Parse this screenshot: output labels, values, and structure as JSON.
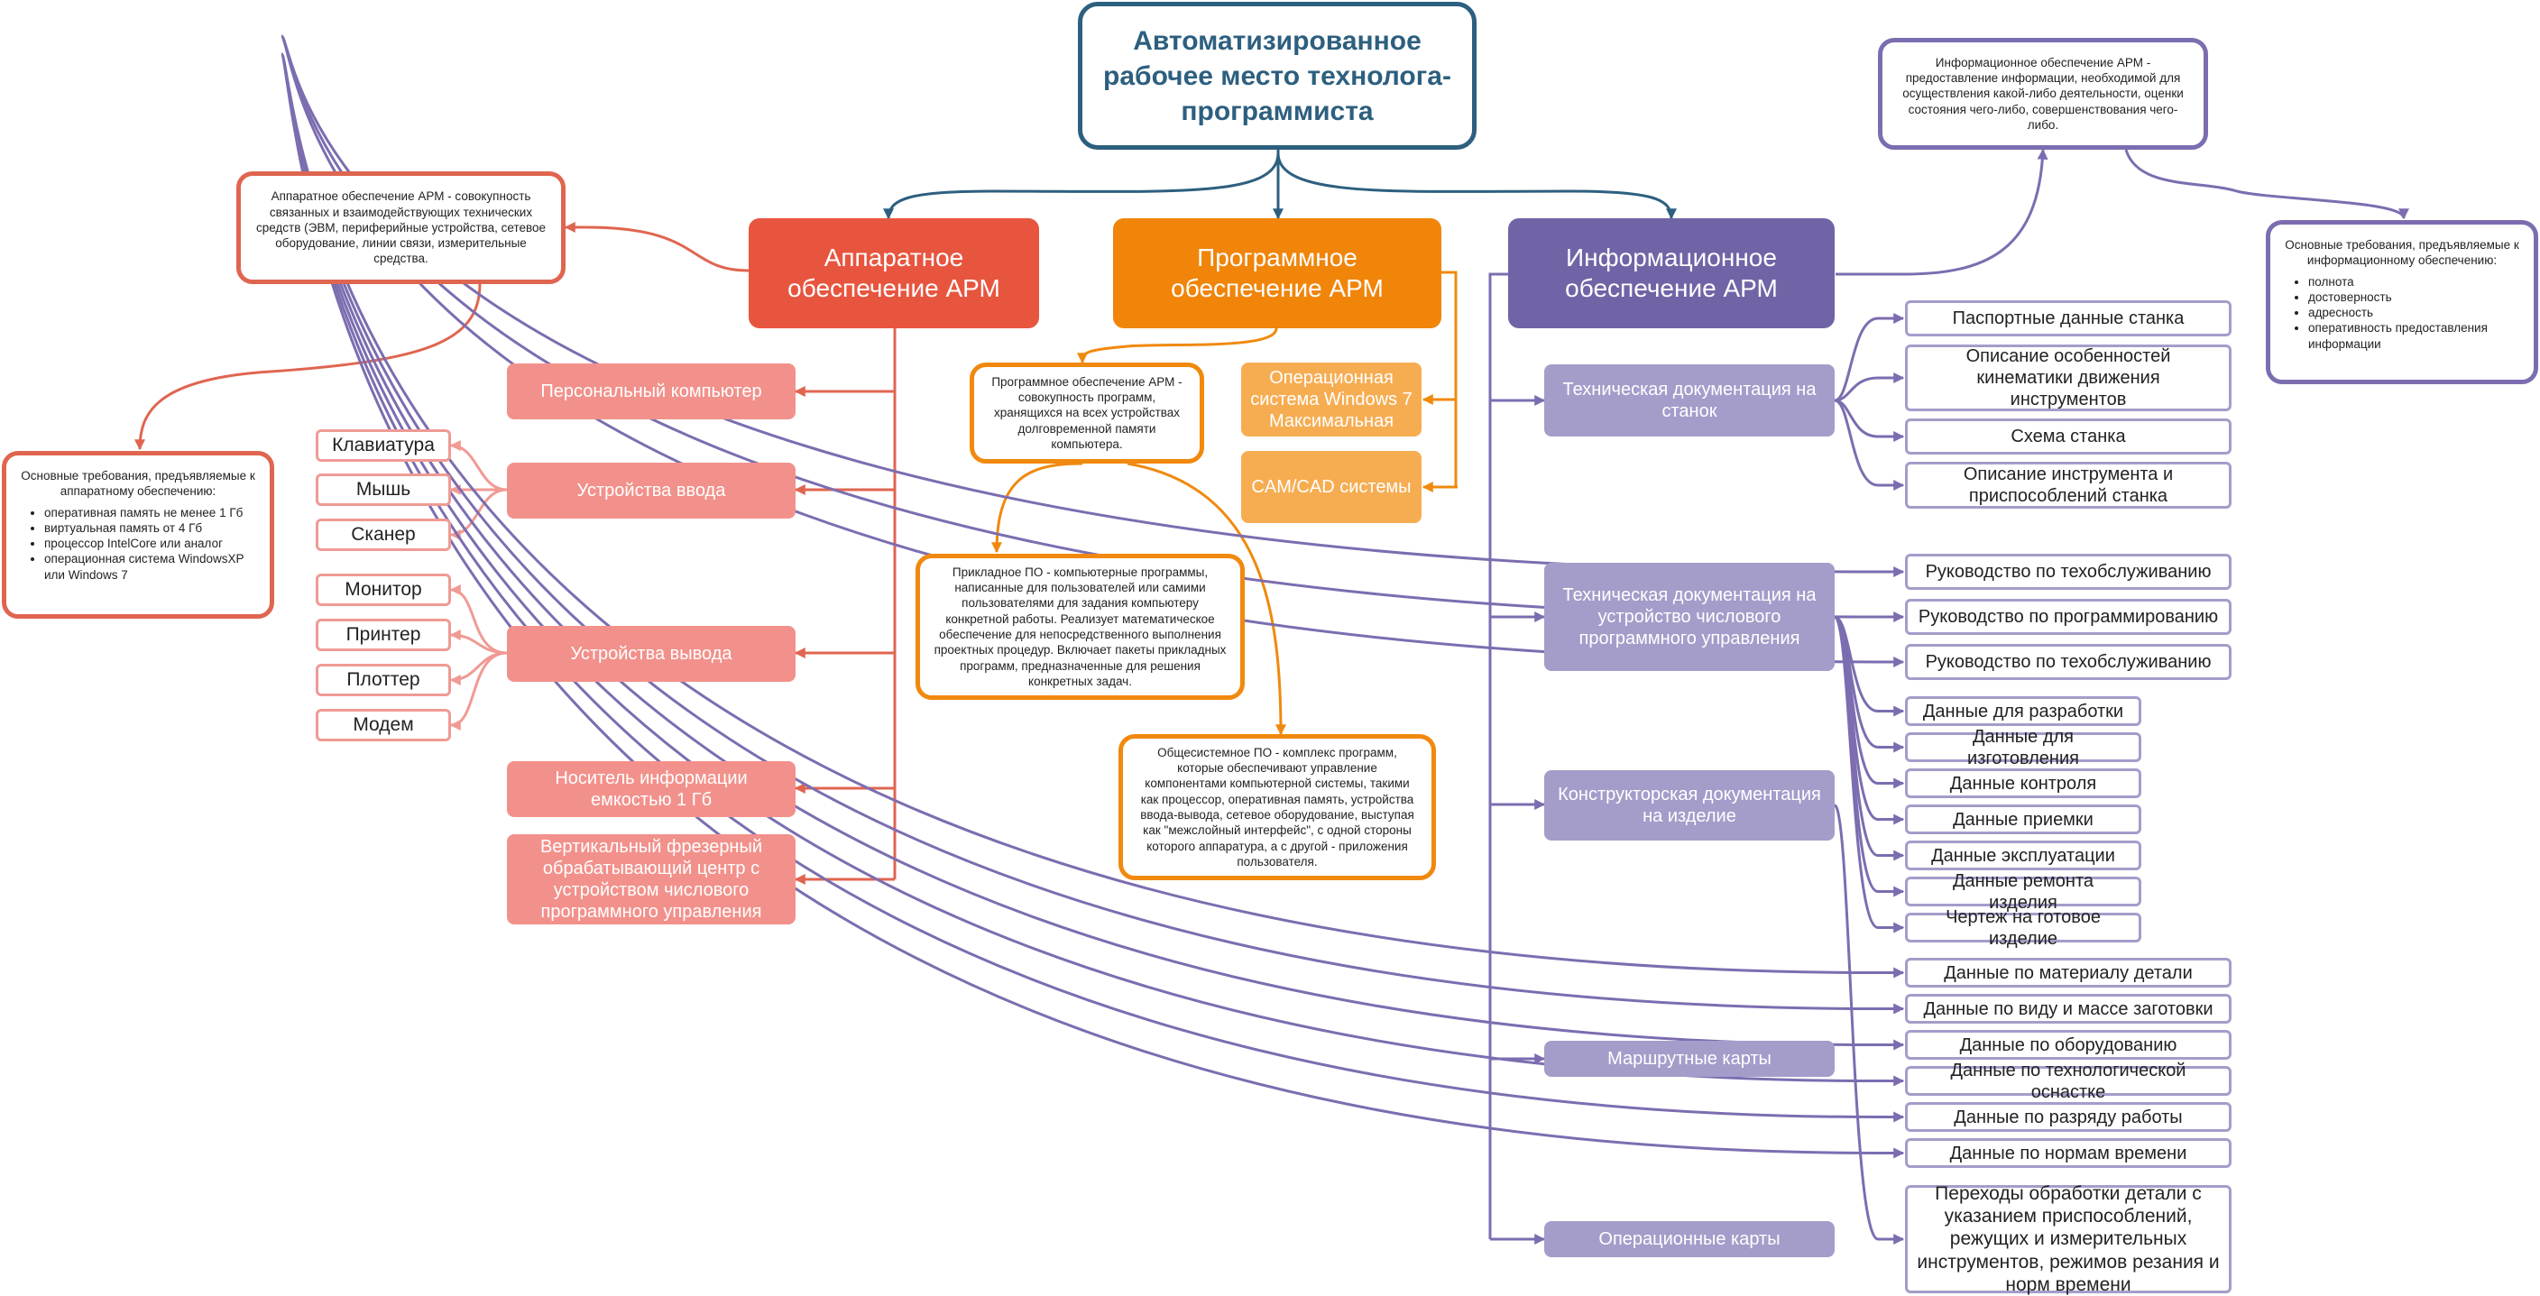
{
  "colors": {
    "main": "#2d5f7f",
    "hardware": "#e8553f",
    "software": "#f0850a",
    "information": "#7164a6"
  },
  "main_title": "Автоматизированное рабочее место технолога-программиста",
  "hardware": {
    "title": "Аппаратное обеспечение АРМ",
    "definition": "Аппаратное обеспечение АРМ - совокупность связанных и взаимодействующих технических средств (ЭВМ, периферийные устройства, сетевое оборудование, линии связи, измерительные средства.",
    "requirements": {
      "title": "Основные требования, предъявляемые к аппаратному обеспечению:",
      "items": [
        "оперативная память не менее 1 Гб",
        "виртуальная память от 4 Гб",
        "процессор IntelCore или аналог",
        "операционная система WindowsXP или Windows 7"
      ]
    },
    "items": [
      "Персональный компьютер",
      "Устройства ввода",
      "Устройства вывода",
      "Носитель информации емкостью 1 Гб",
      "Вертикальный фрезерный обрабатывающий центр с устройством числового программного управления"
    ],
    "input_devices": [
      "Клавиатура",
      "Мышь",
      "Сканер"
    ],
    "output_devices": [
      "Монитор",
      "Принтер",
      "Плоттер",
      "Модем"
    ]
  },
  "software": {
    "title": "Программное обеспечение АРМ",
    "definition": "Программное обеспечение АРМ - совокупность программ, хранящихся на всех устройствах долговременной памяти компьютера.",
    "applied": "Прикладное ПО - компьютерные программы, написанные для пользователей или самими пользователями для задания компьютеру конкретной работы. Реализует математическое обеспечение для непосредственного выполнения проектных процедур. Включает пакеты прикладных программ, предназначенные для решения конкретных задач.",
    "system": "Общесистемное ПО - комплекс программ, которые обеспечивают управление компонентами компьютерной системы, такими как процессор, оперативная память, устройства ввода-вывода, сетевое оборудование, выступая как \"межслойный интерфейс\", с одной стороны которого аппаратура, а с другой - приложения пользователя.",
    "items": [
      "Операционная система Windows 7 Максимальная",
      "CAM/CAD системы"
    ]
  },
  "information": {
    "title": "Информационное обеспечение АРМ",
    "definition": "Информационное обеспечение АРМ - предоставление информации, необходимой для осуществления какой-либо деятельности, оценки состояния чего-либо, совершенствования чего-либо.",
    "requirements": {
      "title": "Основные требования, предъявляемые к информационному обеспечению:",
      "items": [
        "полнота",
        "достоверность",
        "адресность",
        "оперативность предоставления информации"
      ]
    },
    "groups": [
      {
        "label": "Техническая документация на станок",
        "items": [
          "Паспортные данные станка",
          "Описание особенностей кинематики движения инструментов",
          "Схема станка",
          "Описание инструмента и приспособлений станка"
        ]
      },
      {
        "label": "Техническая документация на устройство числового программного управления",
        "items": [
          "Руководство по техобслуживанию",
          "Руководство по программированию",
          "Руководство по техобслуживанию"
        ]
      },
      {
        "label": "Конструкторская документация на изделие",
        "items": [
          "Данные для разработки",
          "Данные для изготовления",
          "Данные контроля",
          "Данные приемки",
          "Данные эксплуатации",
          "Данные ремонта изделия",
          "Чертеж на готовое изделие"
        ]
      },
      {
        "label": "Маршрутные карты",
        "items": [
          "Данные по материалу детали",
          "Данные по виду и массе заготовки",
          "Данные по оборудованию",
          "Данные по технологической оснастке",
          "Данные по разряду работы",
          "Данные по нормам времени"
        ]
      },
      {
        "label": "Операционные карты",
        "items": [
          "Переходы обработки детали с указанием приспособлений, режущих и измерительных инструментов, режимов резания и норм времени"
        ]
      }
    ]
  }
}
